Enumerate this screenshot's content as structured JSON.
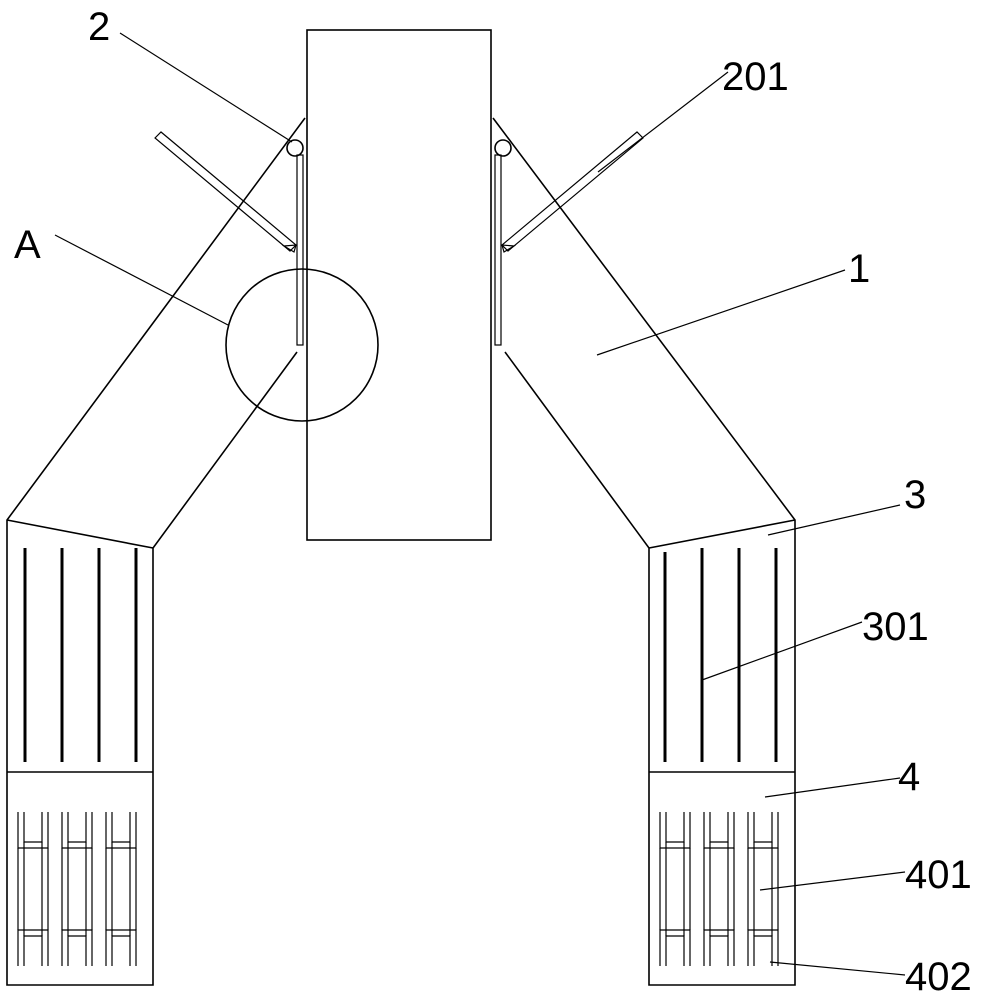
{
  "labels": {
    "l2": "2",
    "l201": "201",
    "lA": "A",
    "l1": "1",
    "l3": "3",
    "l301": "301",
    "l4": "4",
    "l401": "401",
    "l402": "402"
  }
}
